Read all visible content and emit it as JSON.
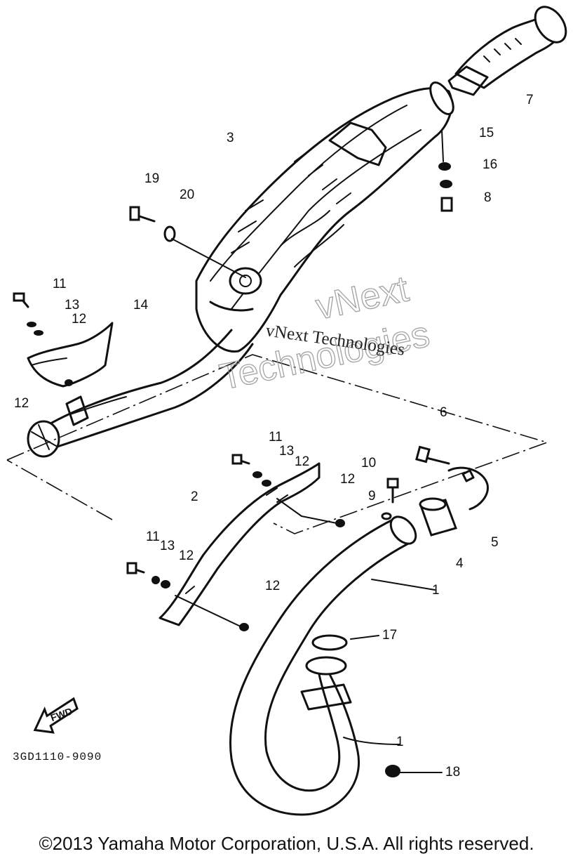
{
  "diagram": {
    "part_code": "3GD1110-9090",
    "direction_marker": "FWD",
    "watermark_outline_line1": "vNext",
    "watermark_outline_line2": "Technologies",
    "watermark_text": "vNext Technologies",
    "callouts": [
      "1",
      "2",
      "3",
      "4",
      "5",
      "6",
      "7",
      "8",
      "9",
      "10",
      "11",
      "11",
      "11",
      "12",
      "12",
      "12",
      "12",
      "12",
      "13",
      "13",
      "13",
      "14",
      "15",
      "16",
      "17",
      "18",
      "19",
      "20"
    ]
  },
  "footer": {
    "copyright": "©2013 Yamaha Motor Corporation, U.S.A. All rights reserved."
  }
}
